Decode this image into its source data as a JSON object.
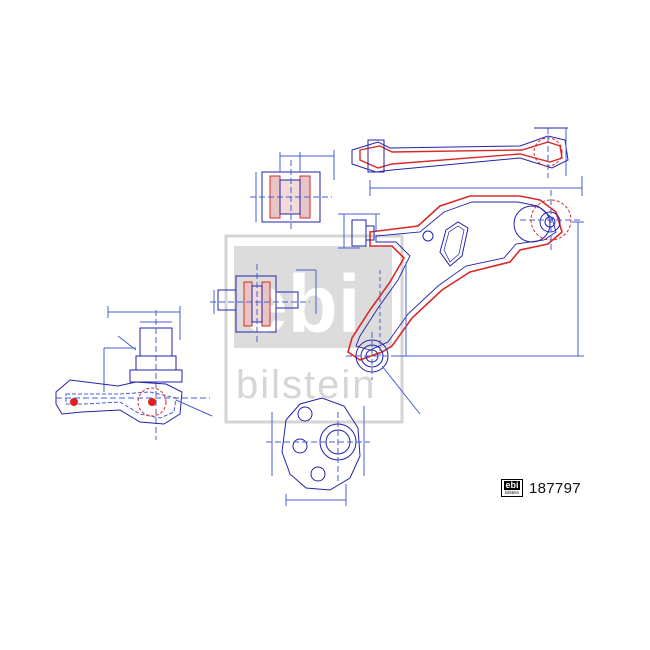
{
  "watermark": {
    "logo_text": "ebi",
    "brand_text": "bilstein"
  },
  "badge": {
    "logo_text": "ebi",
    "brand_text": "bilstein"
  },
  "part_number": "187797",
  "colors": {
    "outline": "#2222aa",
    "dimension": "#4a5fd6",
    "section": "#d82a2a",
    "watermark": "#d6d6d6",
    "center_mark": "#e02020"
  }
}
